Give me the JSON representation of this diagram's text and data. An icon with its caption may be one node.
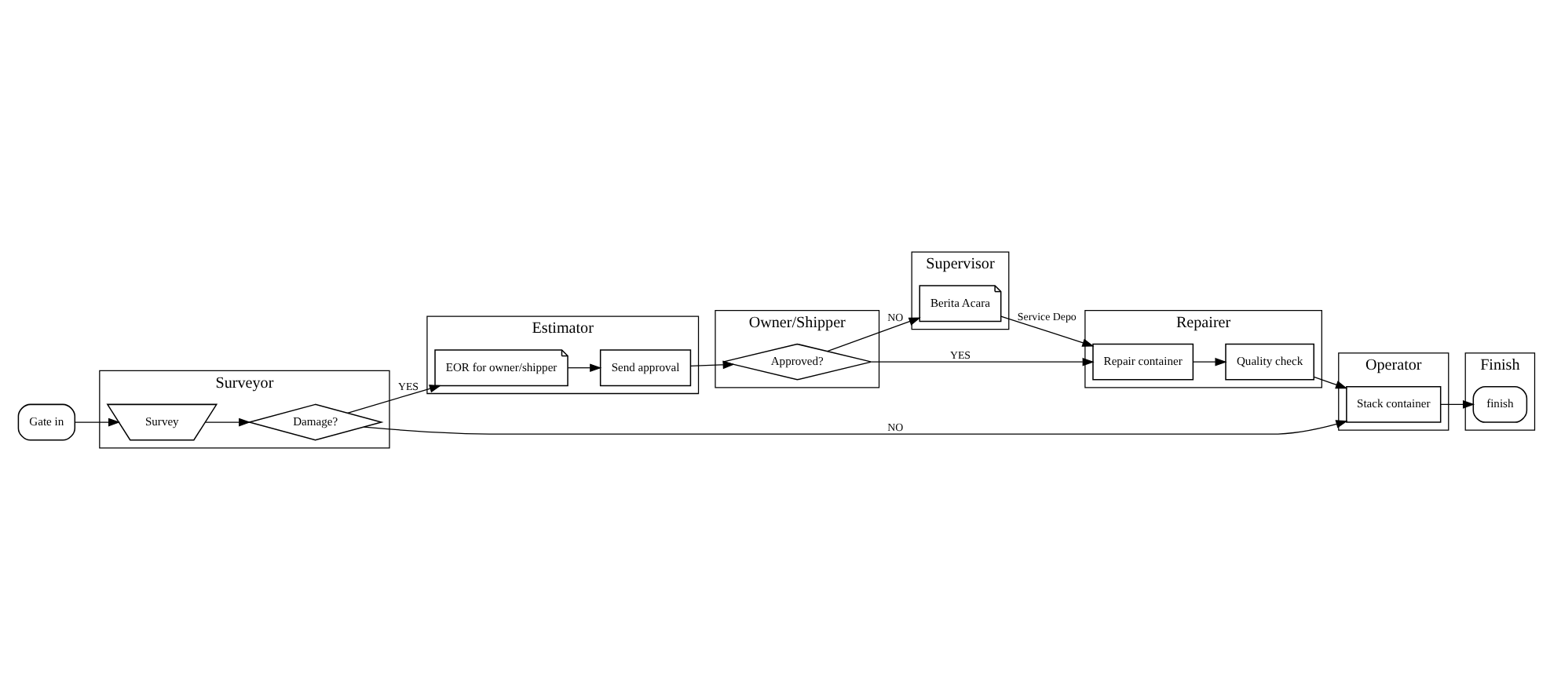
{
  "diagram": {
    "nodes": [
      {
        "text": [
          "Gate in"
        ]
      },
      {
        "text": [
          "Surveyor"
        ]
      },
      {
        "text": [
          "Survey"
        ],
        "in": 1
      },
      {
        "text": [
          "Damage?"
        ],
        "in": 1
      },
      {
        "text": [
          "Estimator"
        ]
      },
      {
        "text": [
          "EOR for owner/shipper"
        ],
        "in": 4
      },
      {
        "text": [
          "Send approval"
        ],
        "in": 4
      },
      {
        "text": [
          "Owner/Shipper"
        ]
      },
      {
        "text": [
          "Approved?"
        ],
        "in": 7
      },
      {
        "text": [
          "Supervisor"
        ]
      },
      {
        "text": [
          "Berita Acara"
        ],
        "in": 9
      },
      {
        "text": [
          "Repairer"
        ]
      },
      {
        "text": [
          "Repair container"
        ],
        "in": 11
      },
      {
        "text": [
          "Quality check"
        ],
        "in": 11
      },
      {
        "text": [
          "Operator"
        ]
      },
      {
        "text": [
          "Stack container"
        ],
        "in": 14
      },
      {
        "text": [
          "Finish"
        ]
      },
      {
        "text": [
          "finish"
        ],
        "in": 16
      }
    ],
    "edges": [
      {
        "from": 0,
        "to": 2,
        "arrow": "to"
      },
      {
        "from": 2,
        "to": 3,
        "arrow": "to"
      },
      {
        "from": 3,
        "to": 5,
        "arrow": "to",
        "label": "YES"
      },
      {
        "from": 3,
        "to": 15,
        "arrow": "to",
        "label": "NO"
      },
      {
        "from": 5,
        "to": 6,
        "arrow": "to"
      },
      {
        "from": 6,
        "to": 8,
        "arrow": "to"
      },
      {
        "from": 8,
        "to": 12,
        "arrow": "to",
        "label": "YES"
      },
      {
        "from": 8,
        "to": 10,
        "arrow": "to",
        "label": "NO"
      },
      {
        "from": 10,
        "to": 12,
        "arrow": "to",
        "label": "Service Depo"
      },
      {
        "from": 12,
        "to": 13,
        "arrow": "to"
      },
      {
        "from": 13,
        "to": 15,
        "arrow": "to"
      },
      {
        "from": 15,
        "to": 17,
        "arrow": "to"
      }
    ]
  }
}
